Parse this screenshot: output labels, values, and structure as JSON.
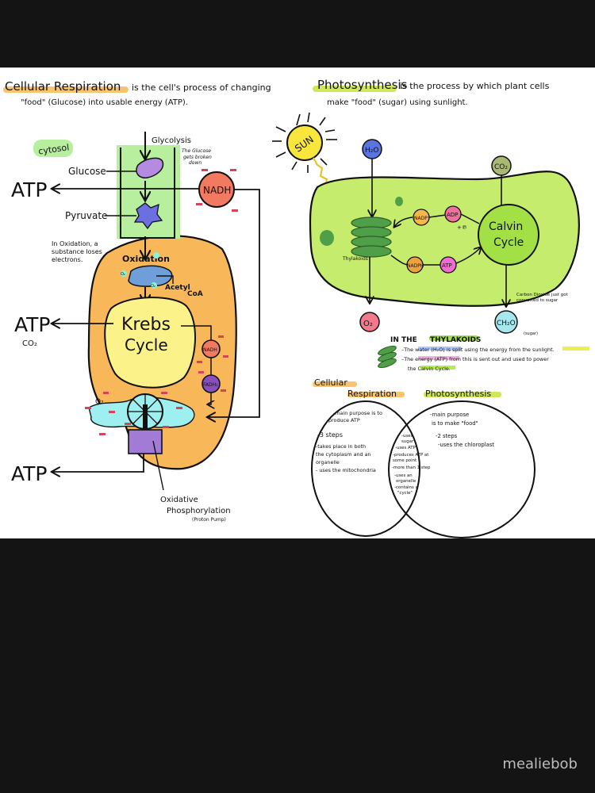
{
  "left": {
    "heading": {
      "title": "Cellular Respiration",
      "rest_line1": "is the cell's process of changing",
      "line2": "\"food\" (Glucose) into usable energy (ATP)."
    },
    "cytosol_label": "cytosol",
    "glycolysis_label": "Glycolysis",
    "glycolysis_note": [
      "The Glucose",
      "gets broken",
      "down"
    ],
    "glucose_label": "Glucose",
    "pyruvate_label": "Pyruvate",
    "nadh_label": "NADH",
    "atp_label": "ATP",
    "co2_label": "CO₂",
    "oxidation_note": [
      "In Oxidation, a",
      "substance loses",
      "electrons."
    ],
    "oxidation_label": "Oxidation",
    "o2_small": "O₂",
    "acetyl_label": "Acetyl",
    "coa_label": "CoA",
    "krebs_label": [
      "Krebs",
      "Cycle"
    ],
    "nadh_small": "NADH",
    "fadh_small": "FADH₂",
    "ox_phos_label": [
      "Oxidative",
      "Phosphorylation"
    ],
    "proton_pump_label": "(Proton Pump)"
  },
  "right": {
    "heading": {
      "title": "Photosynthesis",
      "rest_line1": "is the process by which plant cells",
      "line2": "make \"food\" (sugar) using sunlight."
    },
    "sun_label": "SUN",
    "h2o_label": "H₂O",
    "co2_label": "CO₂",
    "nadp_label": "NADP⁺",
    "adp_label": "ADP",
    "p_label": "+℗",
    "nadph_label": "NADPH",
    "atp_label": "ATP",
    "calvin_label": [
      "Calvin",
      "Cycle"
    ],
    "thylakoids_label": "Thylakoids",
    "o2_label": "O₂",
    "ch2o_label": "CH₂O",
    "sugar_label": "(sugar)",
    "carbon_note": [
      "Carbon Dioxide just got",
      "converted to sugar"
    ],
    "thylakoid_section": {
      "title_prefix": "IN THE",
      "title_highlight": "THYLAKOIDS",
      "bullets": [
        {
          "pre": "–The",
          "hl": "water (H₂O)",
          "mid": "is split using the energy from the",
          "hl2": "sunlight."
        },
        {
          "pre": "–The",
          "hl": "energy (ATP)",
          "mid": "from this is sent out and used to power",
          "line2": "the",
          "hl2": "Calvin Cycle."
        }
      ]
    }
  },
  "venn": {
    "left_title": [
      "Cellular",
      "Respiration"
    ],
    "right_title": "Photosynthesis",
    "left_items": [
      "-main purpose is to",
      "produce ATP",
      "-3 steps",
      "-takes place in both",
      "the cytoplasm and an",
      "organelle",
      "- uses the mitochondria"
    ],
    "middle_items": [
      "-uses",
      "sugar",
      "-uses ATP",
      "-produces ATP at",
      "some point",
      "-more than 1 step",
      "-uses an",
      "organelle",
      "-contains a",
      "\"cycle\""
    ],
    "right_items": [
      "-main purpose",
      "is to make \"food\"",
      "-2 steps",
      "-uses the chloroplast"
    ]
  },
  "colors": {
    "respiration_highlight": "#f6b64a",
    "photosynthesis_highlight": "#cfe85a",
    "cytosol_green": "#b7ef9e",
    "mito_orange": "#f8b85a",
    "krebs_yellow": "#fbf38a",
    "nadh_red": "#f27a60",
    "chloroplast_green": "#c5ec6c",
    "calvin_green": "#a2e046",
    "thylakoid_green": "#4f9f48"
  },
  "artist": "mealiebob"
}
